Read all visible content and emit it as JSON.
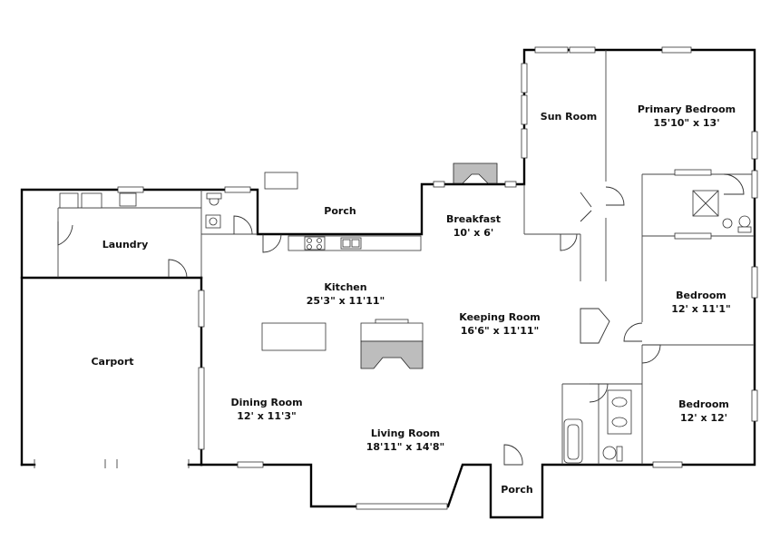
{
  "rooms": {
    "porch_top": {
      "name": "Porch"
    },
    "laundry": {
      "name": "Laundry"
    },
    "carport": {
      "name": "Carport"
    },
    "kitchen": {
      "name": "Kitchen",
      "dims": "25'3\" x 11'11\""
    },
    "breakfast": {
      "name": "Breakfast",
      "dims": "10' x 6'"
    },
    "sun_room": {
      "name": "Sun Room"
    },
    "primary_bedroom": {
      "name": "Primary Bedroom",
      "dims": "15'10\" x 13'"
    },
    "keeping_room": {
      "name": "Keeping Room",
      "dims": "16'6\" x 11'11\""
    },
    "bedroom_2": {
      "name": "Bedroom",
      "dims": "12' x 11'1\""
    },
    "dining_room": {
      "name": "Dining Room",
      "dims": "12' x 11'3\""
    },
    "living_room": {
      "name": "Living Room",
      "dims": "18'11\" x 14'8\""
    },
    "bedroom_3": {
      "name": "Bedroom",
      "dims": "12' x 12'"
    },
    "porch_bottom": {
      "name": "Porch"
    }
  }
}
